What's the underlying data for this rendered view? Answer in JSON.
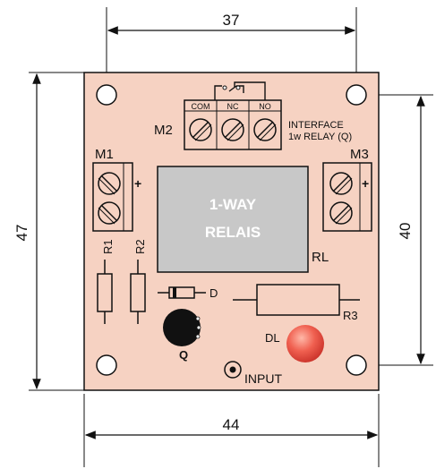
{
  "dimensions": {
    "top_width": "37",
    "left_height": "47",
    "right_height": "40",
    "bottom_width": "44"
  },
  "board": {
    "color": "#f6d2c2",
    "relay_label_line1": "1-WAY",
    "relay_label_line2": "RELAIS",
    "relay_color": "#c8c8c8"
  },
  "connectors": {
    "m1": "M1",
    "m2": "M2",
    "m3": "M3",
    "m2_pins": [
      "COM",
      "NC",
      "NO"
    ],
    "plus": "+"
  },
  "interface_text": {
    "line1": "INTERFACE",
    "line2": "1w RELAY (Q)"
  },
  "components": {
    "r1": "R1",
    "r2": "R2",
    "r3": "R3",
    "d": "D",
    "q": "Q",
    "rl": "RL",
    "dl": "DL",
    "input": "INPUT",
    "led_color": "#e8504a"
  }
}
